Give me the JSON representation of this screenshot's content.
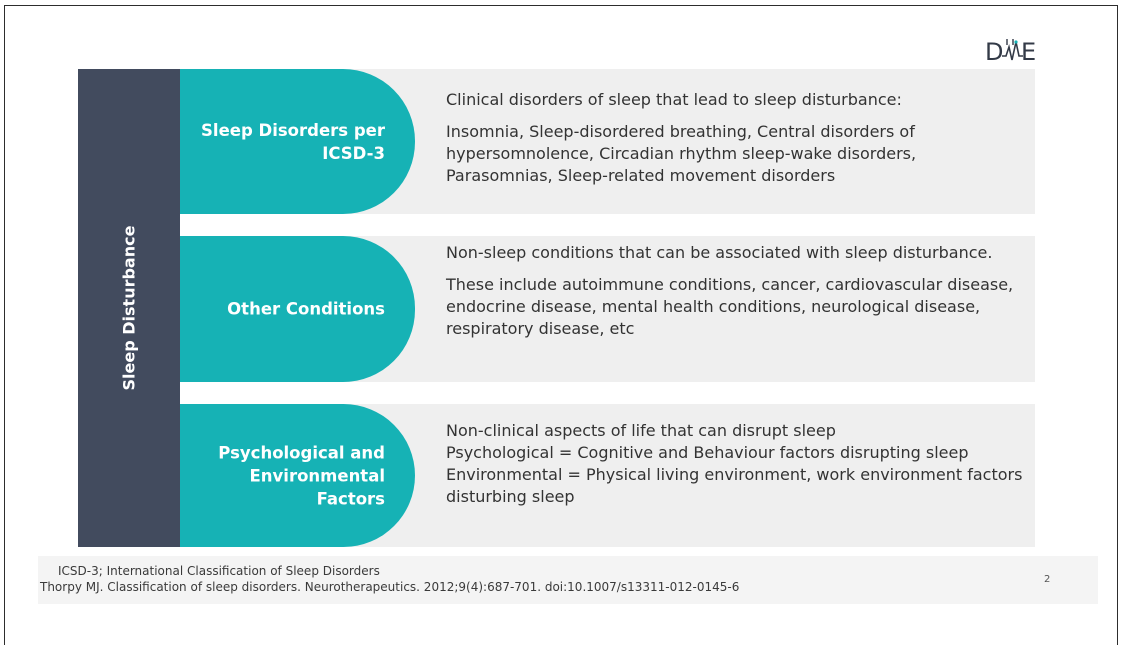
{
  "logo": {
    "text_left": "D",
    "text_right": "E",
    "accent_color": "#16b2b5"
  },
  "sidebar": {
    "title": "Sleep Disturbance"
  },
  "rows": [
    {
      "label": "Sleep Disorders per ICSD-3",
      "heading": "Clinical disorders of sleep that lead to sleep disturbance:",
      "body": "Insomnia, Sleep-disordered breathing, Central disorders of hypersomnolence, Circadian rhythm sleep-wake disorders, Parasomnias, Sleep-related movement disorders"
    },
    {
      "label": "Other Conditions",
      "heading": "Non-sleep conditions that can be associated with sleep disturbance.",
      "body": "These include autoimmune conditions, cancer, cardiovascular disease, endocrine disease, mental health conditions, neurological disease, respiratory disease, etc"
    },
    {
      "label": "Psychological and Environmental Factors",
      "line1": "Non-clinical aspects of life that can disrupt sleep",
      "line2": "Psychological = Cognitive and Behaviour factors disrupting sleep",
      "line3": "Environmental = Physical living environment, work environment factors disturbing sleep"
    }
  ],
  "footer": {
    "note1": "ICSD-3; International Classification of Sleep Disorders",
    "note2": "Thorpy MJ. Classification of sleep disorders. Neurotherapeutics. 2012;9(4):687-701. doi:10.1007/s13311-012-0145-6",
    "page_number": "2"
  },
  "colors": {
    "teal": "#16b2b5",
    "navy": "#424b5e",
    "row_bg": "#efefef"
  }
}
